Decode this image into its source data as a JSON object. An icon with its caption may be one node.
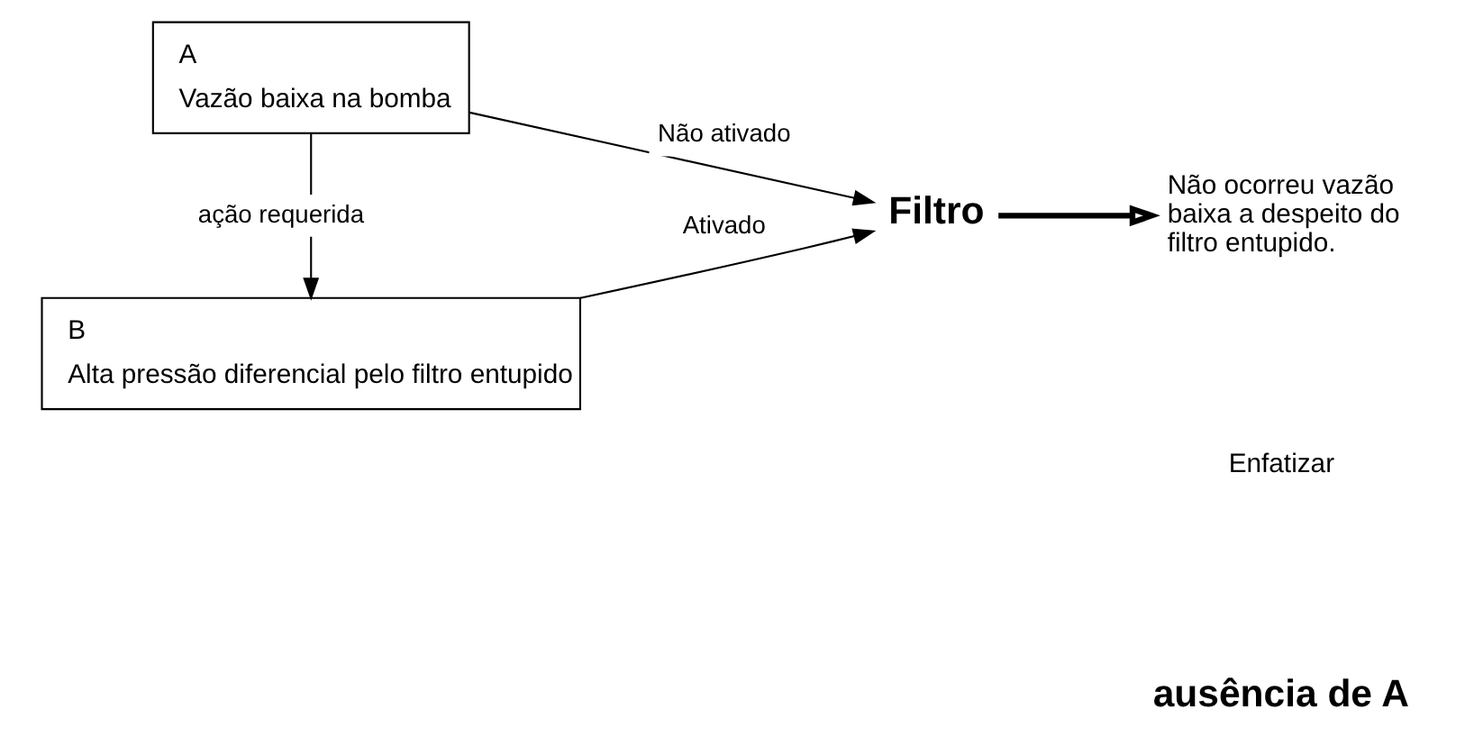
{
  "diagram": {
    "nodes": [
      {
        "text": [
          "A",
          "Vazão baixa na bomba"
        ]
      },
      {
        "text": [
          "B",
          "Alta pressão diferencial pelo filtro entupido"
        ]
      },
      {
        "text": [
          "Filtro"
        ]
      },
      {
        "text": [
          "Não ocorreu vazão baixa a despeito do filtro entupido."
        ]
      }
    ],
    "edges": [
      {
        "from": 0,
        "to": 1,
        "arrow": "to",
        "label": "ação requerida"
      },
      {
        "from": 0,
        "to": 2,
        "arrow": "to",
        "label": "Não ativado"
      },
      {
        "from": 1,
        "to": 2,
        "arrow": "to",
        "label": "Ativado"
      },
      {
        "from": 2,
        "to": 3,
        "arrow": "to",
        "style": "thick"
      }
    ],
    "labels": [
      "Enfatizar",
      "ausência de A"
    ]
  }
}
